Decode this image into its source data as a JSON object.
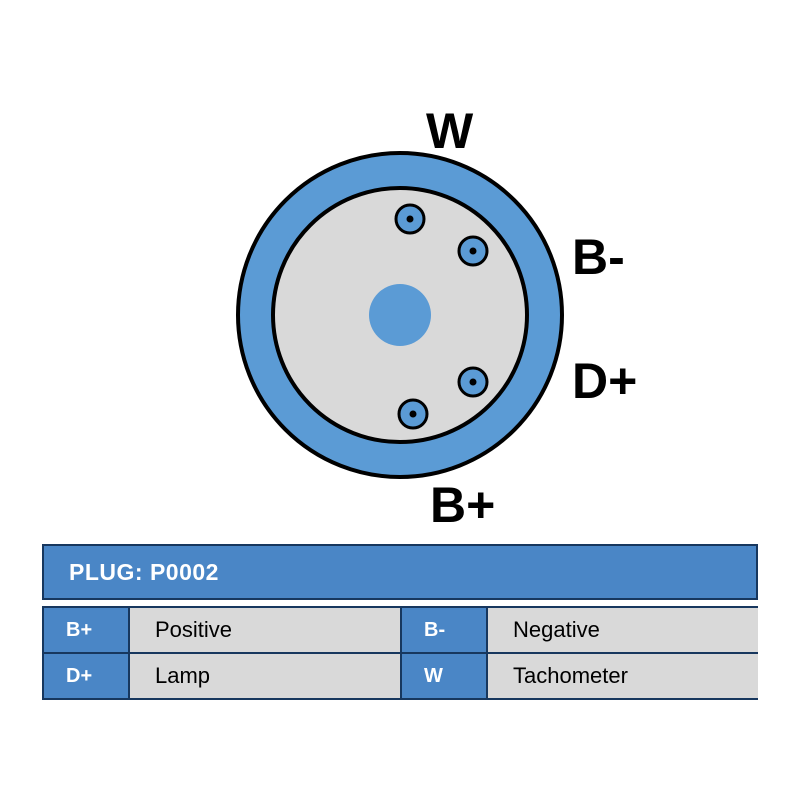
{
  "colors": {
    "plug-blue": "#5b9bd5",
    "face-gray": "#d9d9d9",
    "table-blue": "#4a86c6",
    "value-gray": "#d9d9d9",
    "border-navy": "#17375e",
    "outline-black": "#000000"
  },
  "diagram": {
    "labels": {
      "top": "W",
      "right_upper": "B-",
      "right_lower": "D+",
      "bottom": "B+"
    }
  },
  "table": {
    "header": "PLUG: P0002",
    "rows": [
      [
        {
          "key": "B+",
          "label": "Positive"
        },
        {
          "key": "B-",
          "label": "Negative"
        }
      ],
      [
        {
          "key": "D+",
          "label": "Lamp"
        },
        {
          "key": "W",
          "label": "Tachometer"
        }
      ]
    ]
  }
}
